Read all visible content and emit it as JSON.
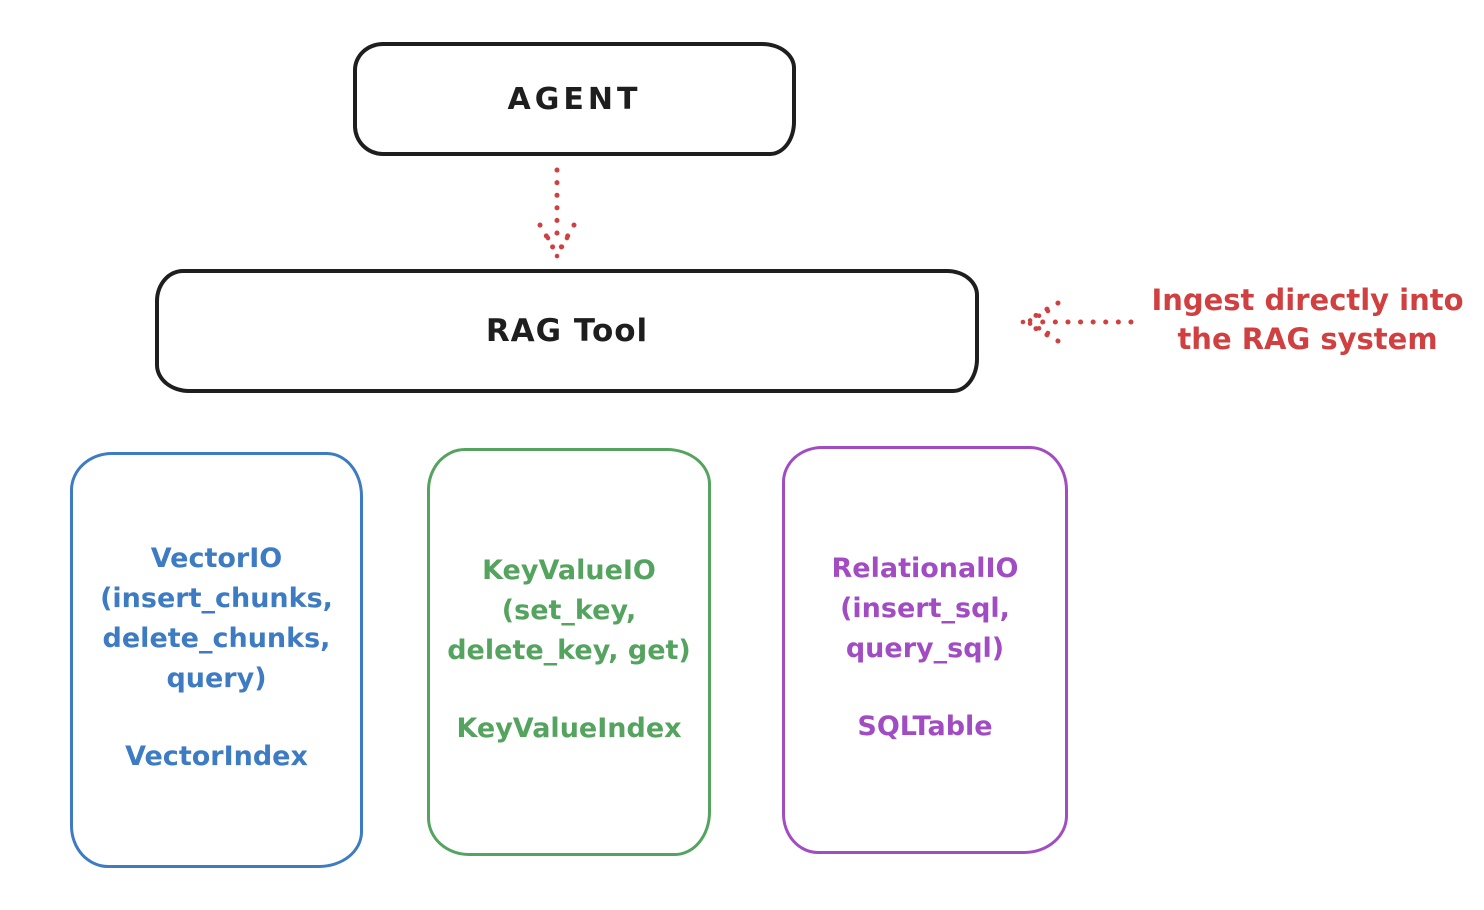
{
  "palette": {
    "ink": "#1e1e1e",
    "red": "#d04040",
    "blue": "#3d7bc2",
    "green": "#54a35e",
    "purple": "#a24cc3",
    "background": "#ffffff"
  },
  "agent_node": {
    "label": "AGENT"
  },
  "rag_tool_node": {
    "label": "RAG Tool"
  },
  "annotation": {
    "text": "Ingest directly into\nthe RAG system"
  },
  "storage_nodes": [
    {
      "id": "vector-io",
      "body": "VectorIO\n(insert_chunks,\ndelete_chunks,\nquery)",
      "index_label": "VectorIndex"
    },
    {
      "id": "keyvalue-io",
      "body": "KeyValueIO\n(set_key,\ndelete_key, get)",
      "index_label": "KeyValueIndex"
    },
    {
      "id": "relational-io",
      "body": "RelationalIO\n(insert_sql,\nquery_sql)",
      "index_label": "SQLTable"
    }
  ]
}
